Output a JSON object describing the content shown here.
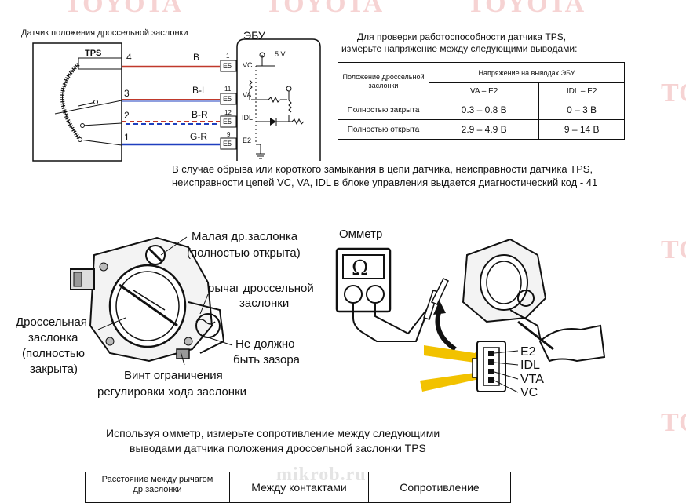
{
  "watermarks": {
    "brand": "TOYOTA",
    "site": "mikrob.ru"
  },
  "circuit": {
    "sensor_title": "Датчик положения дроссельной заслонки",
    "ecu_title": "ЭБУ",
    "tps_label": "TPS",
    "supply": "5 V",
    "pins": [
      {
        "num": "4",
        "wire": "B",
        "ecu_num": "1",
        "conn": "E5",
        "terminal": "VC"
      },
      {
        "num": "3",
        "wire": "B-L",
        "ecu_num": "11",
        "conn": "E5",
        "terminal": "VA"
      },
      {
        "num": "2",
        "wire": "B-R",
        "ecu_num": "12",
        "conn": "E5",
        "terminal": "IDL"
      },
      {
        "num": "1",
        "wire": "G-R",
        "ecu_num": "9",
        "conn": "E5",
        "terminal": "E2"
      }
    ]
  },
  "check": {
    "heading_line1": "Для проверки работоспособности датчика TPS,",
    "heading_line2": "измерьте напряжение между следующими выводами:",
    "col_position": "Положение дроссельной заслонки",
    "col_voltage": "Напряжение на выводах ЭБУ",
    "sub_va": "VA – E2",
    "sub_idl": "IDL – E2",
    "rows": [
      {
        "position": "Полностью закрыта",
        "va": "0.3 – 0.8  В",
        "idl": "0 – 3  В"
      },
      {
        "position": "Полностью открыта",
        "va": "2.9 – 4.9  В",
        "idl": "9 – 14  В"
      }
    ]
  },
  "fault_note_line1": "В случае обрыва или короткого замыкания в цепи датчика, неисправности датчика TPS,",
  "fault_note_line2": "неисправности цепей VC, VA, IDL  в блоке управления выдается диагностический код - 41",
  "throttle": {
    "small_valve_line1": "Малая др.заслонка",
    "small_valve_line2": "(полностью открыта)",
    "lever_line1": "рычаг дроссельной",
    "lever_line2": "заслонки",
    "valve_line1": "Дроссельная",
    "valve_line2": "заслонка",
    "valve_line3": "(полностью",
    "valve_line4": "закрыта)",
    "gap_line1": "Не должно",
    "gap_line2": "быть зазора",
    "screw_line1": "Винт ограничения",
    "screw_line2": "регулировки хода заслонки"
  },
  "ohmmeter": {
    "label": "Омметр",
    "symbol": "Ω",
    "terminals": [
      "E2",
      "IDL",
      "VTA",
      "VC"
    ]
  },
  "resistance": {
    "heading_line1": "Используя омметр, измерьте сопротивление между следующими",
    "heading_line2": "выводами датчика положения дроссельной заслонки TPS",
    "col1": "Расстояние между рычагом др.заслонки",
    "col2": "Между контактами",
    "col3": "Сопротивление"
  },
  "colors": {
    "red_wire": "#c0392b",
    "blue_wire": "#1f3fbf",
    "yellow_arrow": "#f2c200",
    "watermark": "#f6d3d3"
  }
}
